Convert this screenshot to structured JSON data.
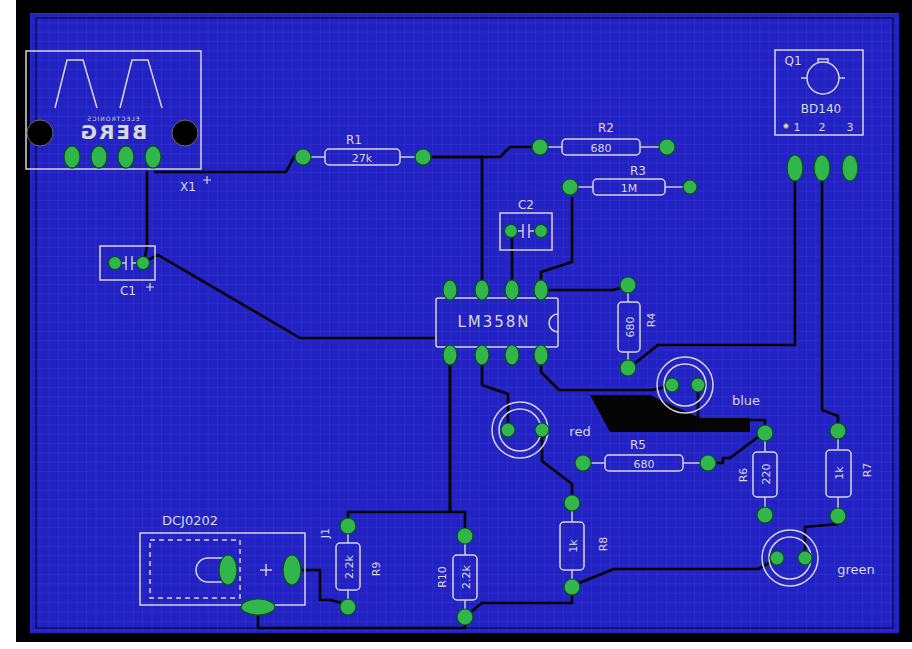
{
  "diagram": {
    "nodes": [
      {
        "text": [
          "BERG",
          "ELECTRONICS",
          "X1"
        ]
      },
      {
        "text": [
          "Q1",
          "BD140",
          "1",
          "2",
          "3"
        ]
      },
      {
        "text": [
          "R1",
          "27k"
        ]
      },
      {
        "text": [
          "R2",
          "680"
        ]
      },
      {
        "text": [
          "R3",
          "1M"
        ]
      },
      {
        "text": [
          "C2"
        ]
      },
      {
        "text": [
          "C1"
        ]
      },
      {
        "text": [
          "LM358N"
        ]
      },
      {
        "text": [
          "680",
          "R4"
        ]
      },
      {
        "text": [
          "blue"
        ]
      },
      {
        "text": [
          "red"
        ]
      },
      {
        "text": [
          "R5",
          "680"
        ]
      },
      {
        "text": [
          "220",
          "R6"
        ]
      },
      {
        "text": [
          "1k",
          "R7"
        ]
      },
      {
        "text": [
          "DCJ0202"
        ]
      },
      {
        "text": [
          "2.2k",
          "R9"
        ]
      },
      {
        "text": [
          "R10",
          "2.2k"
        ]
      },
      {
        "text": [
          "1k",
          "R8"
        ]
      },
      {
        "text": [
          "green"
        ]
      }
    ],
    "edges": [
      {
        "from": 0,
        "to": 2,
        "arrow": "none"
      },
      {
        "from": 0,
        "to": 6,
        "arrow": "none"
      },
      {
        "from": 6,
        "to": 7,
        "arrow": "none"
      },
      {
        "from": 2,
        "to": 3,
        "arrow": "none"
      },
      {
        "from": 2,
        "to": 7,
        "arrow": "none"
      },
      {
        "from": 5,
        "to": 7,
        "arrow": "none"
      },
      {
        "from": 4,
        "to": 7,
        "arrow": "none"
      },
      {
        "from": 1,
        "to": 13,
        "arrow": "none"
      },
      {
        "from": 8,
        "to": 1,
        "arrow": "none"
      },
      {
        "from": 7,
        "to": 8,
        "arrow": "none"
      },
      {
        "from": 7,
        "to": 9,
        "arrow": "none"
      },
      {
        "from": 9,
        "to": 12,
        "arrow": "none"
      },
      {
        "from": 7,
        "to": 10,
        "arrow": "none"
      },
      {
        "from": 10,
        "to": 17,
        "arrow": "none"
      },
      {
        "from": 11,
        "to": 12,
        "arrow": "none"
      },
      {
        "from": 13,
        "to": 18,
        "arrow": "none"
      },
      {
        "from": 18,
        "to": 17,
        "arrow": "none"
      },
      {
        "from": 17,
        "to": 16,
        "arrow": "none"
      },
      {
        "from": 7,
        "to": 16,
        "arrow": "none"
      },
      {
        "from": 15,
        "to": 7,
        "arrow": "none"
      },
      {
        "from": 14,
        "to": 15,
        "arrow": "none"
      },
      {
        "from": 14,
        "to": 16,
        "arrow": "none"
      }
    ],
    "labels": [
      "J1"
    ]
  }
}
